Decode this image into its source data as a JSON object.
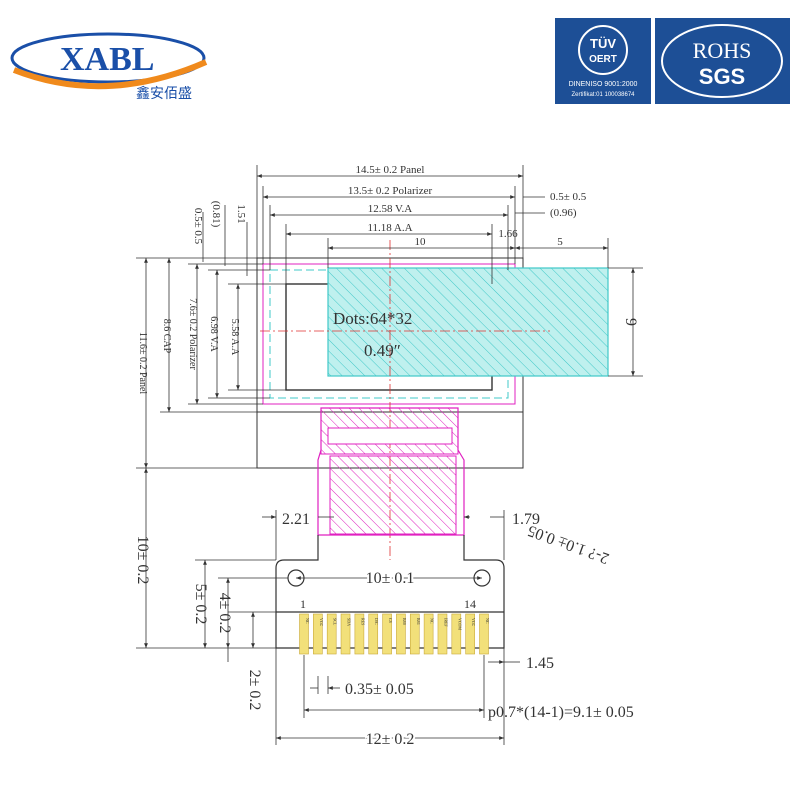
{
  "header": {
    "logo": {
      "text": "XABL",
      "subtitle": "鑫安佰盛"
    },
    "certs": {
      "tuv": {
        "title": "TÜV",
        "subtitle": "OERT",
        "line1": "DINENISO 9001:2000",
        "line2": "Zertifikat:01 100038674"
      },
      "rohs": {
        "line1": "ROHS",
        "line2": "SGS"
      }
    }
  },
  "drawing": {
    "dims": {
      "panel_width": "14.5± 0.2 Panel",
      "polarizer_width": "13.5± 0.2 Polarizer",
      "va_width": "12.58 V.A",
      "aa_width": "11.18 A.A",
      "ten": "10",
      "five": "5",
      "dim_166": "1.66",
      "dim_05": "0.5± 0.5",
      "dim_096": "(0.96)",
      "left_05": "0.5± 0.5",
      "left_081": "(0.81)",
      "left_151": "1.51",
      "panel_height": "11.6± 0.2 Panel",
      "cap_height": "8.6 CAP",
      "polarizer_height": "7.6± 0.2 Polarizer",
      "va_height": "6.98 V.A",
      "aa_height": "5.58 A.A",
      "nine": "9",
      "dim_221": "2.21",
      "dim_179": "1.79",
      "hole": "2-?  1.0± 0.05",
      "hole_spacing": "10± 0.1",
      "fpc_length": "10± 0.2",
      "five_02": "5± 0.2",
      "four_02": "4± 0.2",
      "two_02": "2± 0.2",
      "dim_145": "1.45",
      "pad_width": "0.35± 0.05",
      "pitch": "p0.7*(14-1)=9.1± 0.05",
      "fpc_width": "12± 0.2"
    },
    "labels": {
      "dots": "Dots:64*32",
      "size": "0.49″",
      "pin_first": "1",
      "pin_last": "14"
    },
    "pins": [
      "NC",
      "VCC",
      "SCL",
      "SDA",
      "RES",
      "D/C",
      "CS",
      "BS0",
      "BS1",
      "NC",
      "IREF",
      "VCOM",
      "VCC",
      "NC"
    ],
    "colors": {
      "line": "#333333",
      "magenta": "#e020c0",
      "cyan": "#40c8c8",
      "cyan_fill": "#bff0ee",
      "red": "#e03030",
      "pad": "#f2e07a",
      "logo_blue": "#1a4fa8",
      "logo_orange": "#f08a1c",
      "cert_blue": "#1d4f96"
    }
  }
}
